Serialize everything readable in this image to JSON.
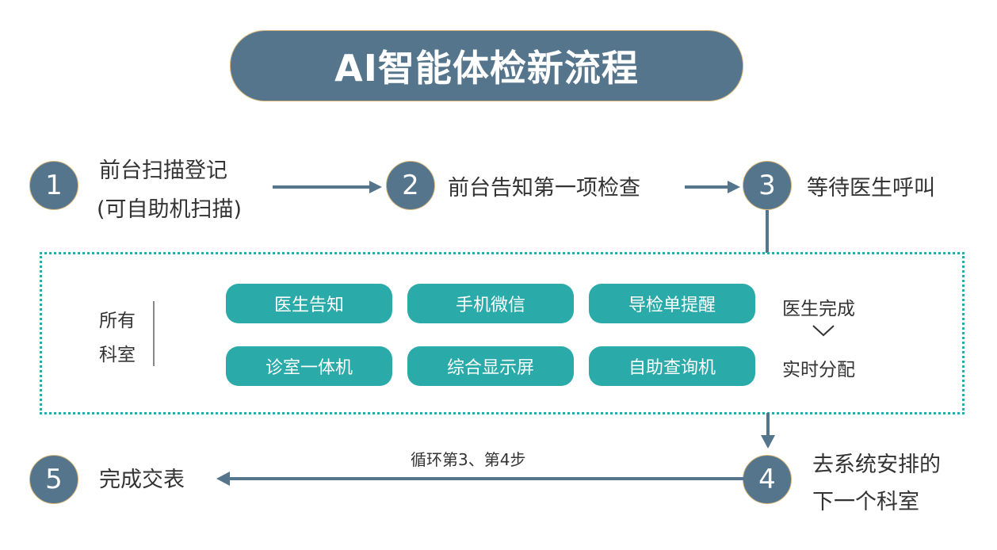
{
  "title": "AI智能体检新流程",
  "steps": [
    {
      "number": "1",
      "lines": [
        "前台扫描登记",
        "(可自助机扫描)"
      ]
    },
    {
      "number": "2",
      "lines": [
        "前台告知第一项检查"
      ]
    },
    {
      "number": "3",
      "lines": [
        "等待医生呼叫"
      ]
    },
    {
      "number": "4",
      "lines": [
        "去系统安排的",
        "下一个科室"
      ]
    },
    {
      "number": "5",
      "lines": [
        "完成交表"
      ]
    }
  ],
  "departments": {
    "label_lines": [
      "所有",
      "科室"
    ],
    "methods": [
      "医生告知",
      "手机微信",
      "导检单提醒",
      "诊室一体机",
      "综合显示屏",
      "自助查询机"
    ],
    "right_top": "医生完成",
    "right_bottom": "实时分配"
  },
  "loop_label": "循环第3、第4步",
  "colors": {
    "primary": "#55758c",
    "teal": "#2aaba9",
    "accent_border": "#d9b77a"
  }
}
